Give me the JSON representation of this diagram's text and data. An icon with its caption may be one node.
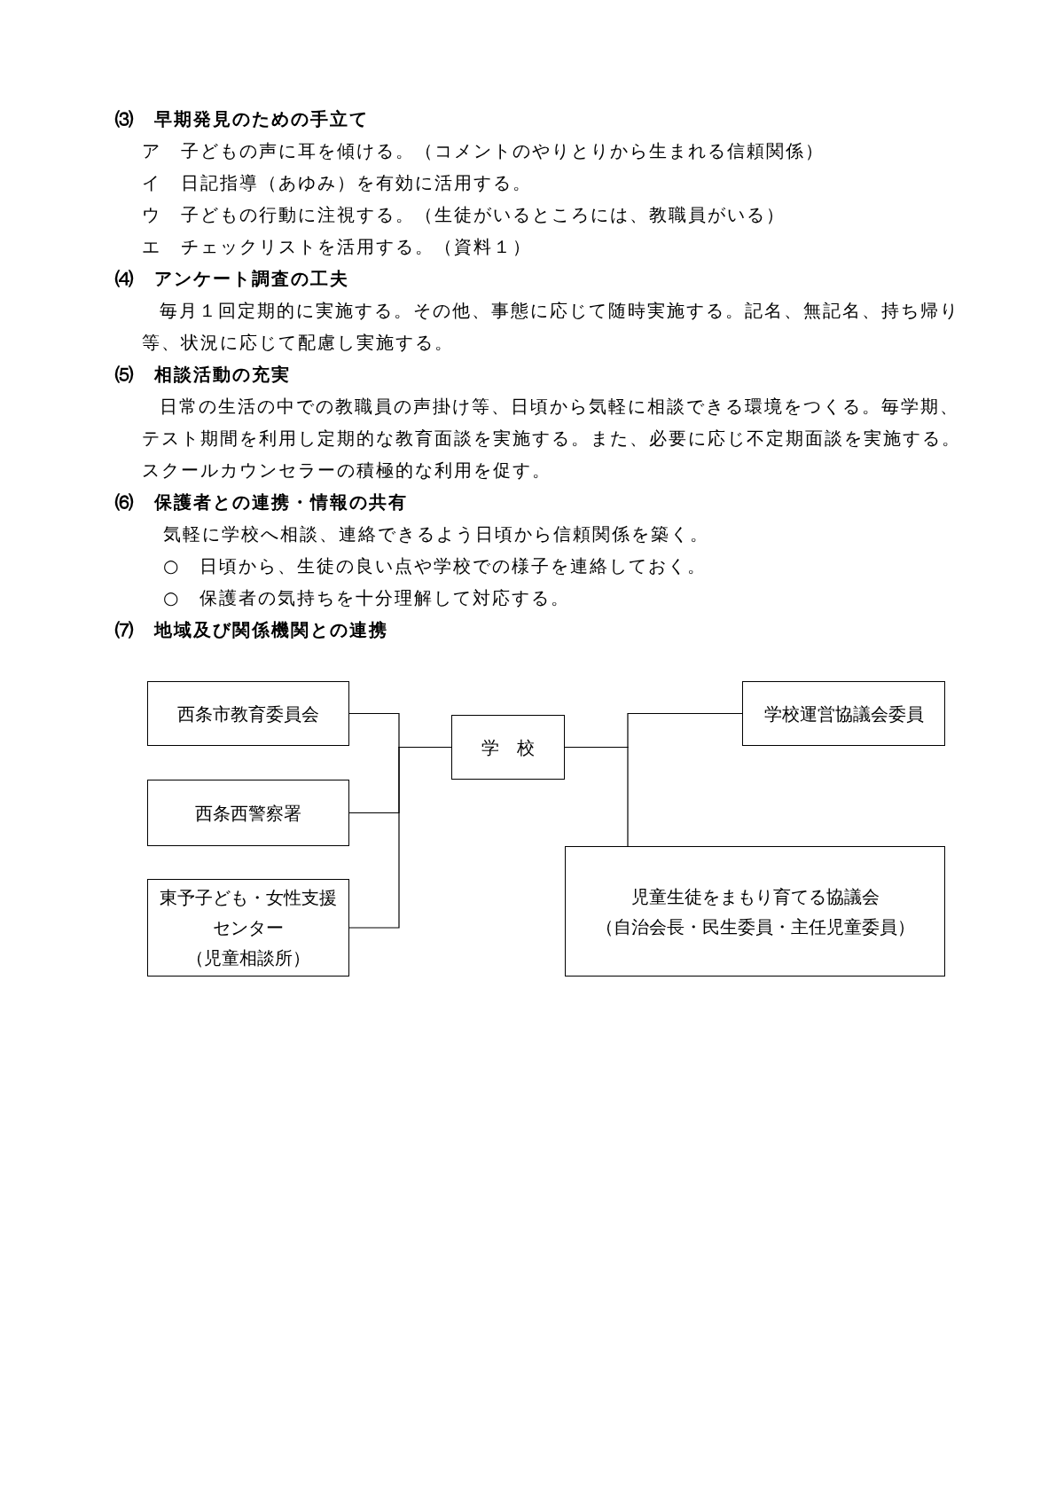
{
  "diagram": {
    "nodes": [
      {
        "text": [
          "西条市教育委員会"
        ]
      },
      {
        "text": [
          "西条西警察署"
        ]
      },
      {
        "text": [
          "東予子ども・女性支援センター",
          "（児童相談所）"
        ]
      },
      {
        "text": [
          "学　校"
        ]
      },
      {
        "text": [
          "学校運営協議会委員"
        ]
      },
      {
        "text": [
          "児童生徒をまもり育てる協議会",
          "（自治会長・民生委員・主任児童委員）"
        ]
      }
    ],
    "edges": [
      {
        "from": 0,
        "to": 3,
        "arrow": "none"
      },
      {
        "from": 1,
        "to": 3,
        "arrow": "none"
      },
      {
        "from": 2,
        "to": 3,
        "arrow": "none"
      },
      {
        "from": 3,
        "to": 4,
        "arrow": "none"
      },
      {
        "from": 3,
        "to": 5,
        "arrow": "none"
      }
    ],
    "labels": [
      "⑶　早期発見のための手立て",
      "ア　子どもの声に耳を傾ける。（コメントのやりとりから生まれる信頼関係）",
      "イ　日記指導（あゆみ）を有効に活用する。",
      "ウ　子どもの行動に注視する。（生徒がいるところには、教職員がいる）",
      "エ　チェックリストを活用する。（資料１）",
      "⑷　アンケート調査の工夫",
      "毎月１回定期的に実施する。その他、事態に応じて随時実施する。記名、無記名、持ち帰り等、状況に応じて配慮し実施する。",
      "⑸　相談活動の充実",
      "日常の生活の中での教職員の声掛け等、日頃から気軽に相談できる環境をつくる。毎学期、テスト期間を利用し定期的な教育面談を実施する。また、必要に応じ不定期面談を実施する。スクールカウンセラーの積極的な利用を促す。",
      "⑹　保護者との連携・情報の共有",
      "気軽に学校へ相談、連絡できるよう日頃から信頼関係を築く。",
      "○　日頃から、生徒の良い点や学校での様子を連絡しておく。",
      "○　保護者の気持ちを十分理解して対応する。",
      "⑺　地域及び関係機関との連携"
    ]
  }
}
